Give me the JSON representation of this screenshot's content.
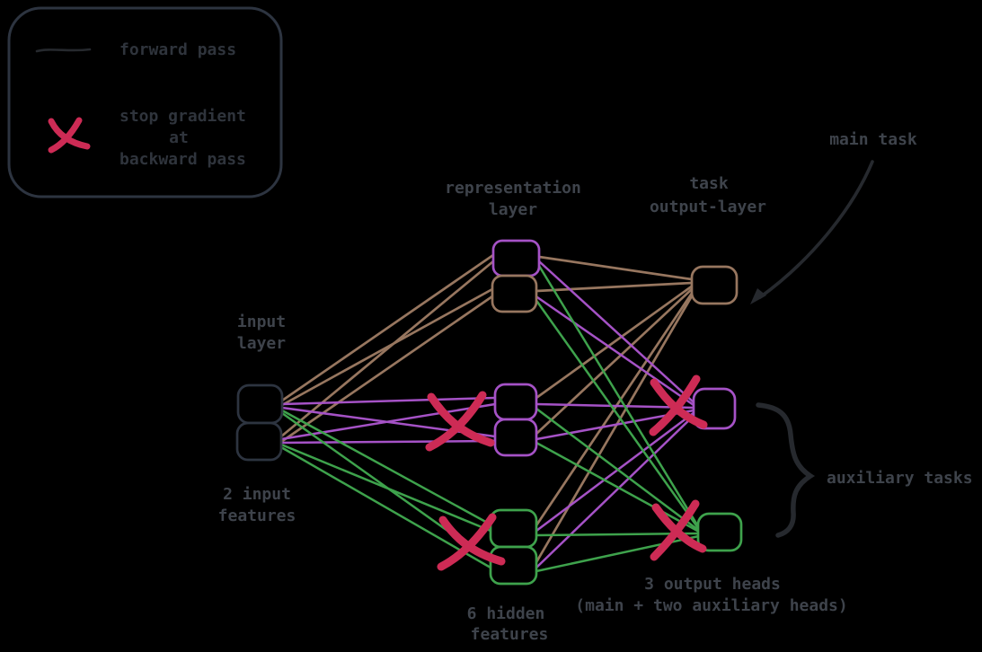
{
  "colors": {
    "background": "#000000",
    "label_text": "#3e434b",
    "legend_text": "#2f343c",
    "outline_dark": "#2d3440",
    "main_brown": "#97765f",
    "aux_purple": "#a552c6",
    "hatch_purple": "#b23cd4",
    "aux_green": "#3ea24c",
    "stop_red": "#cd2b55",
    "annotation_dark": "#26292e"
  },
  "legend": {
    "forward_pass": "forward pass",
    "stop_gradient": [
      "stop gradient",
      "at",
      "backward pass"
    ]
  },
  "labels": {
    "representation_layer": [
      "representation",
      "layer"
    ],
    "task_output_layer": [
      "task",
      "output-layer"
    ],
    "main_task": "main task",
    "input_layer": [
      "input",
      "layer"
    ],
    "input_features": [
      "2 input",
      "features"
    ],
    "hidden_features": [
      "6 hidden",
      "features"
    ],
    "output_heads": [
      "3 output heads",
      "(main + two auxiliary heads)"
    ],
    "auxiliary_tasks": "auxiliary tasks"
  },
  "network": {
    "input_nodes": 2,
    "hidden_nodes": 6,
    "output_heads": 3,
    "hidden_groups": [
      {
        "units": 2,
        "head": "main task",
        "edge_color_key": "main_brown",
        "top_unit_hatched": true,
        "stop_gradient_from_input": false
      },
      {
        "units": 2,
        "head": "auxiliary task 1",
        "edge_color_key": "aux_purple",
        "stop_gradient_from_input": true
      },
      {
        "units": 2,
        "head": "auxiliary task 2",
        "edge_color_key": "aux_green",
        "stop_gradient_from_input": true
      }
    ],
    "stop_gradient_marks": 4
  }
}
